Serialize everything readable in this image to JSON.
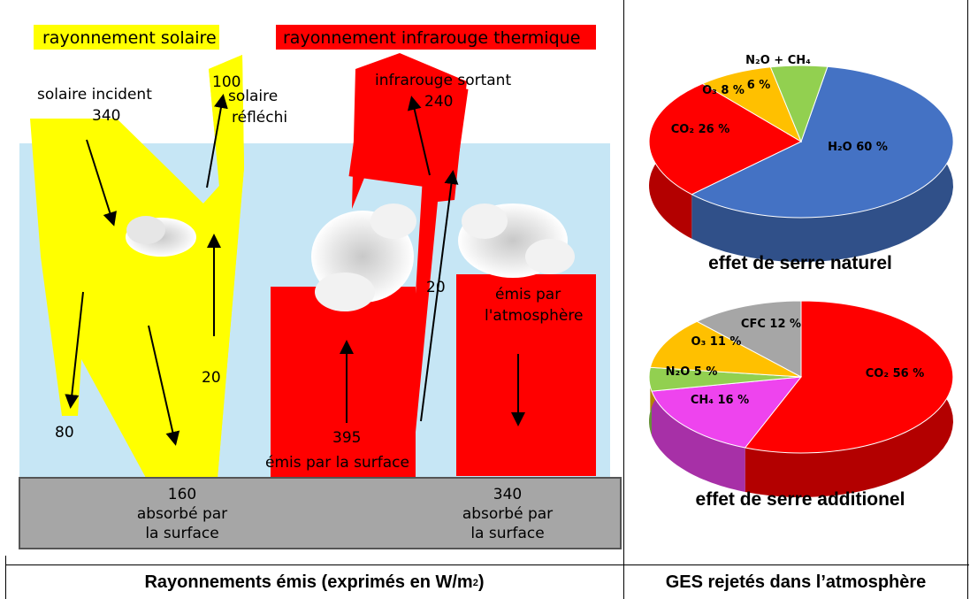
{
  "left_panel": {
    "solar_label": "rayonnement solaire",
    "thermal_label": "rayonnement infrarouge thermique",
    "solaire_incident": "solaire incident",
    "incident_value": "340",
    "reflechi_value": "100",
    "solaire_reflechi_1": "solaire",
    "solaire_reflechi_2": "réfléchi",
    "infrarouge_sortant": "infrarouge sortant",
    "sortant_value": "240",
    "value_80": "80",
    "value_20_left": "20",
    "value_20_mid": "20",
    "value_395": "395",
    "emis_surface": "émis par la surface",
    "emis_atmo_1": "émis par",
    "emis_atmo_2": "l'atmosphère",
    "ground_left_value": "160",
    "ground_left_1": "absorbé par",
    "ground_left_2": "la surface",
    "ground_right_value": "340",
    "ground_right_1": "absorbé par",
    "ground_right_2": "la surface",
    "colors": {
      "solar": "#ffff00",
      "thermal": "#ff0000",
      "sky": "#c6e6f5",
      "ground": "#a6a6a6"
    }
  },
  "captions": {
    "left": "Rayonnements émis (exprimés en W/m",
    "left_sup": "2",
    "left_end": " )",
    "right": "GES rejetés dans l’atmosphère"
  },
  "chart_data": [
    {
      "type": "pie",
      "title": "effet de serre naturel",
      "slices": [
        {
          "label": "H₂O",
          "value": 60,
          "text": "H₂O  60 %",
          "color": "#4472c4"
        },
        {
          "label": "CO₂",
          "value": 26,
          "text": "CO₂ 26 %",
          "color": "#ff0000"
        },
        {
          "label": "O₃",
          "value": 8,
          "text": "O₃  8 %",
          "color": "#ffc000"
        },
        {
          "label": "N₂O + CH₄",
          "value": 6,
          "text": "6 %",
          "color": "#92d050"
        }
      ],
      "extra_label": "N₂O + CH₄"
    },
    {
      "type": "pie",
      "title": "effet de serre additionel",
      "slices": [
        {
          "label": "CO₂",
          "value": 56,
          "text": "CO₂  56 %",
          "color": "#ff0000"
        },
        {
          "label": "CH₄",
          "value": 16,
          "text": "CH₄   16 %",
          "color": "#ee44ee"
        },
        {
          "label": "N₂O",
          "value": 5,
          "text": "N₂O  5 %",
          "color": "#92d050"
        },
        {
          "label": "O₃",
          "value": 11,
          "text": "O₃  11 %",
          "color": "#ffc000"
        },
        {
          "label": "CFC",
          "value": 12,
          "text": "CFC  12 %",
          "color": "#a6a6a6"
        }
      ]
    }
  ]
}
